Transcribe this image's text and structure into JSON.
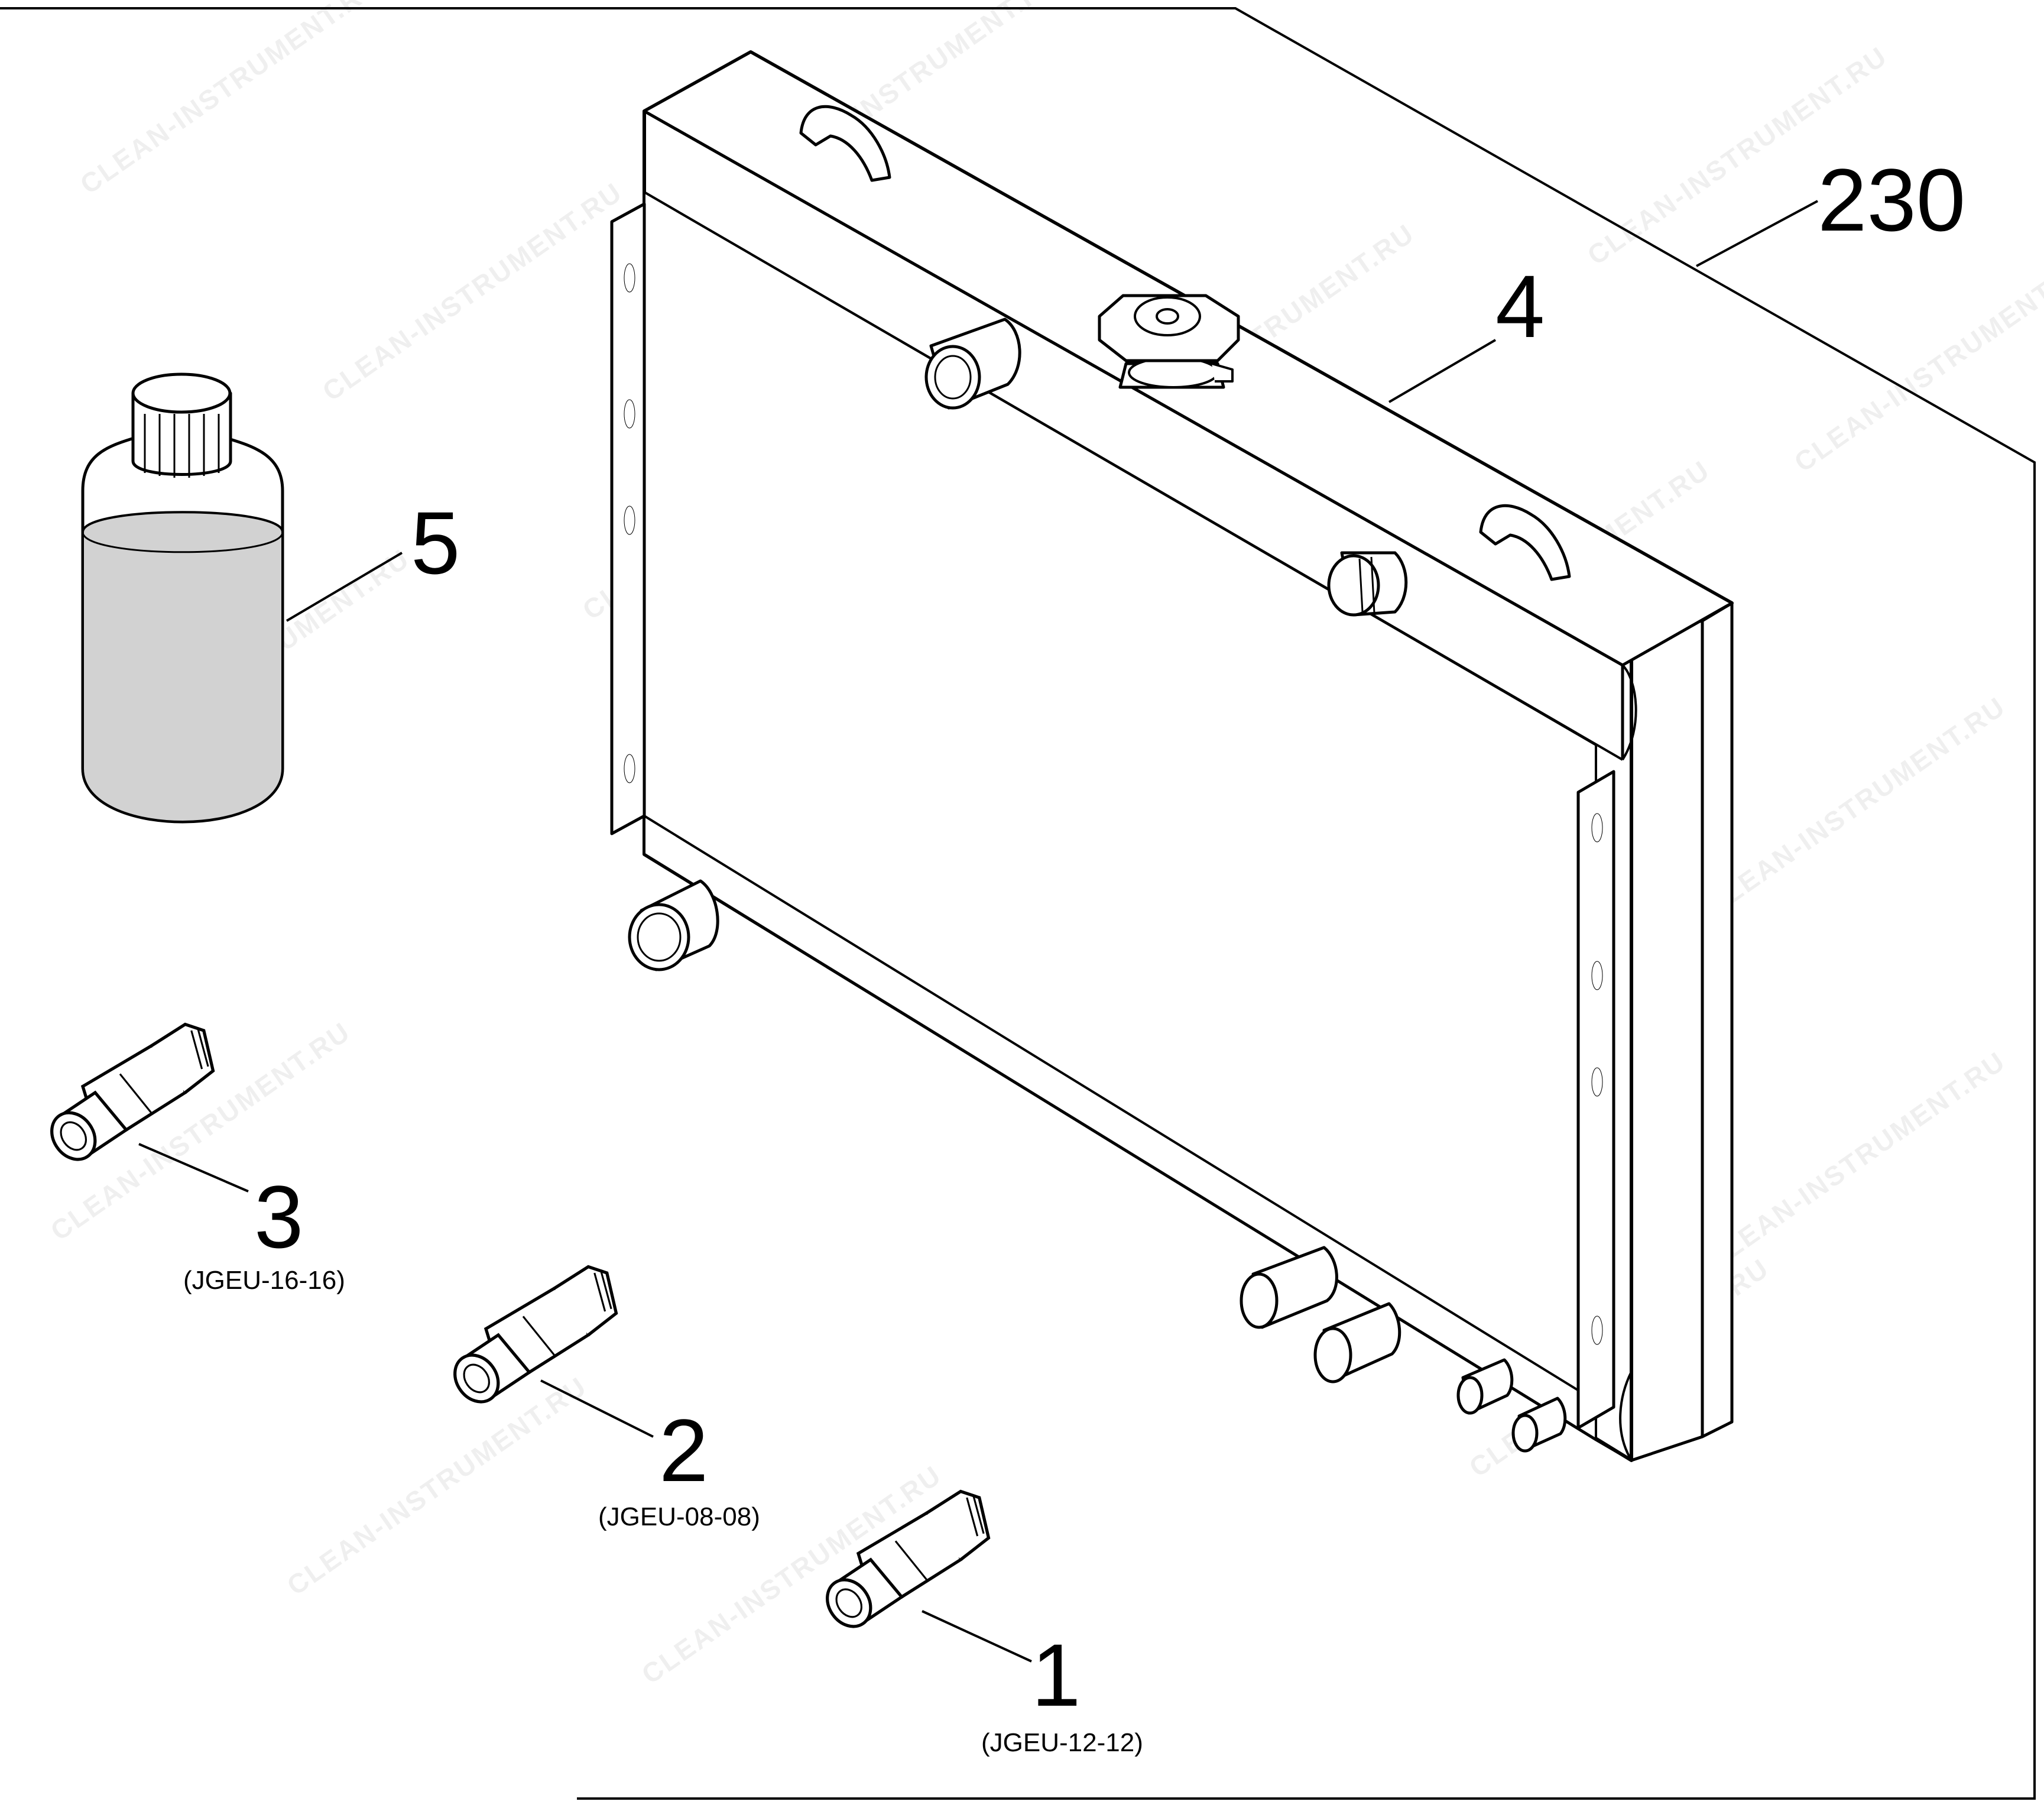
{
  "assembly_callout": "230",
  "watermark_text": "CLEAN-INSTRUMENT.RU",
  "bottle_fill_color": "#d2d2d2",
  "callouts": [
    {
      "number": "1",
      "code": "(JGEU-12-12)",
      "part": "straight-fitting"
    },
    {
      "number": "2",
      "code": "(JGEU-08-08)",
      "part": "straight-fitting"
    },
    {
      "number": "3",
      "code": "(JGEU-16-16)",
      "part": "straight-fitting"
    },
    {
      "number": "4",
      "code": "",
      "part": "radiator"
    },
    {
      "number": "5",
      "code": "",
      "part": "fluid-bottle"
    }
  ]
}
